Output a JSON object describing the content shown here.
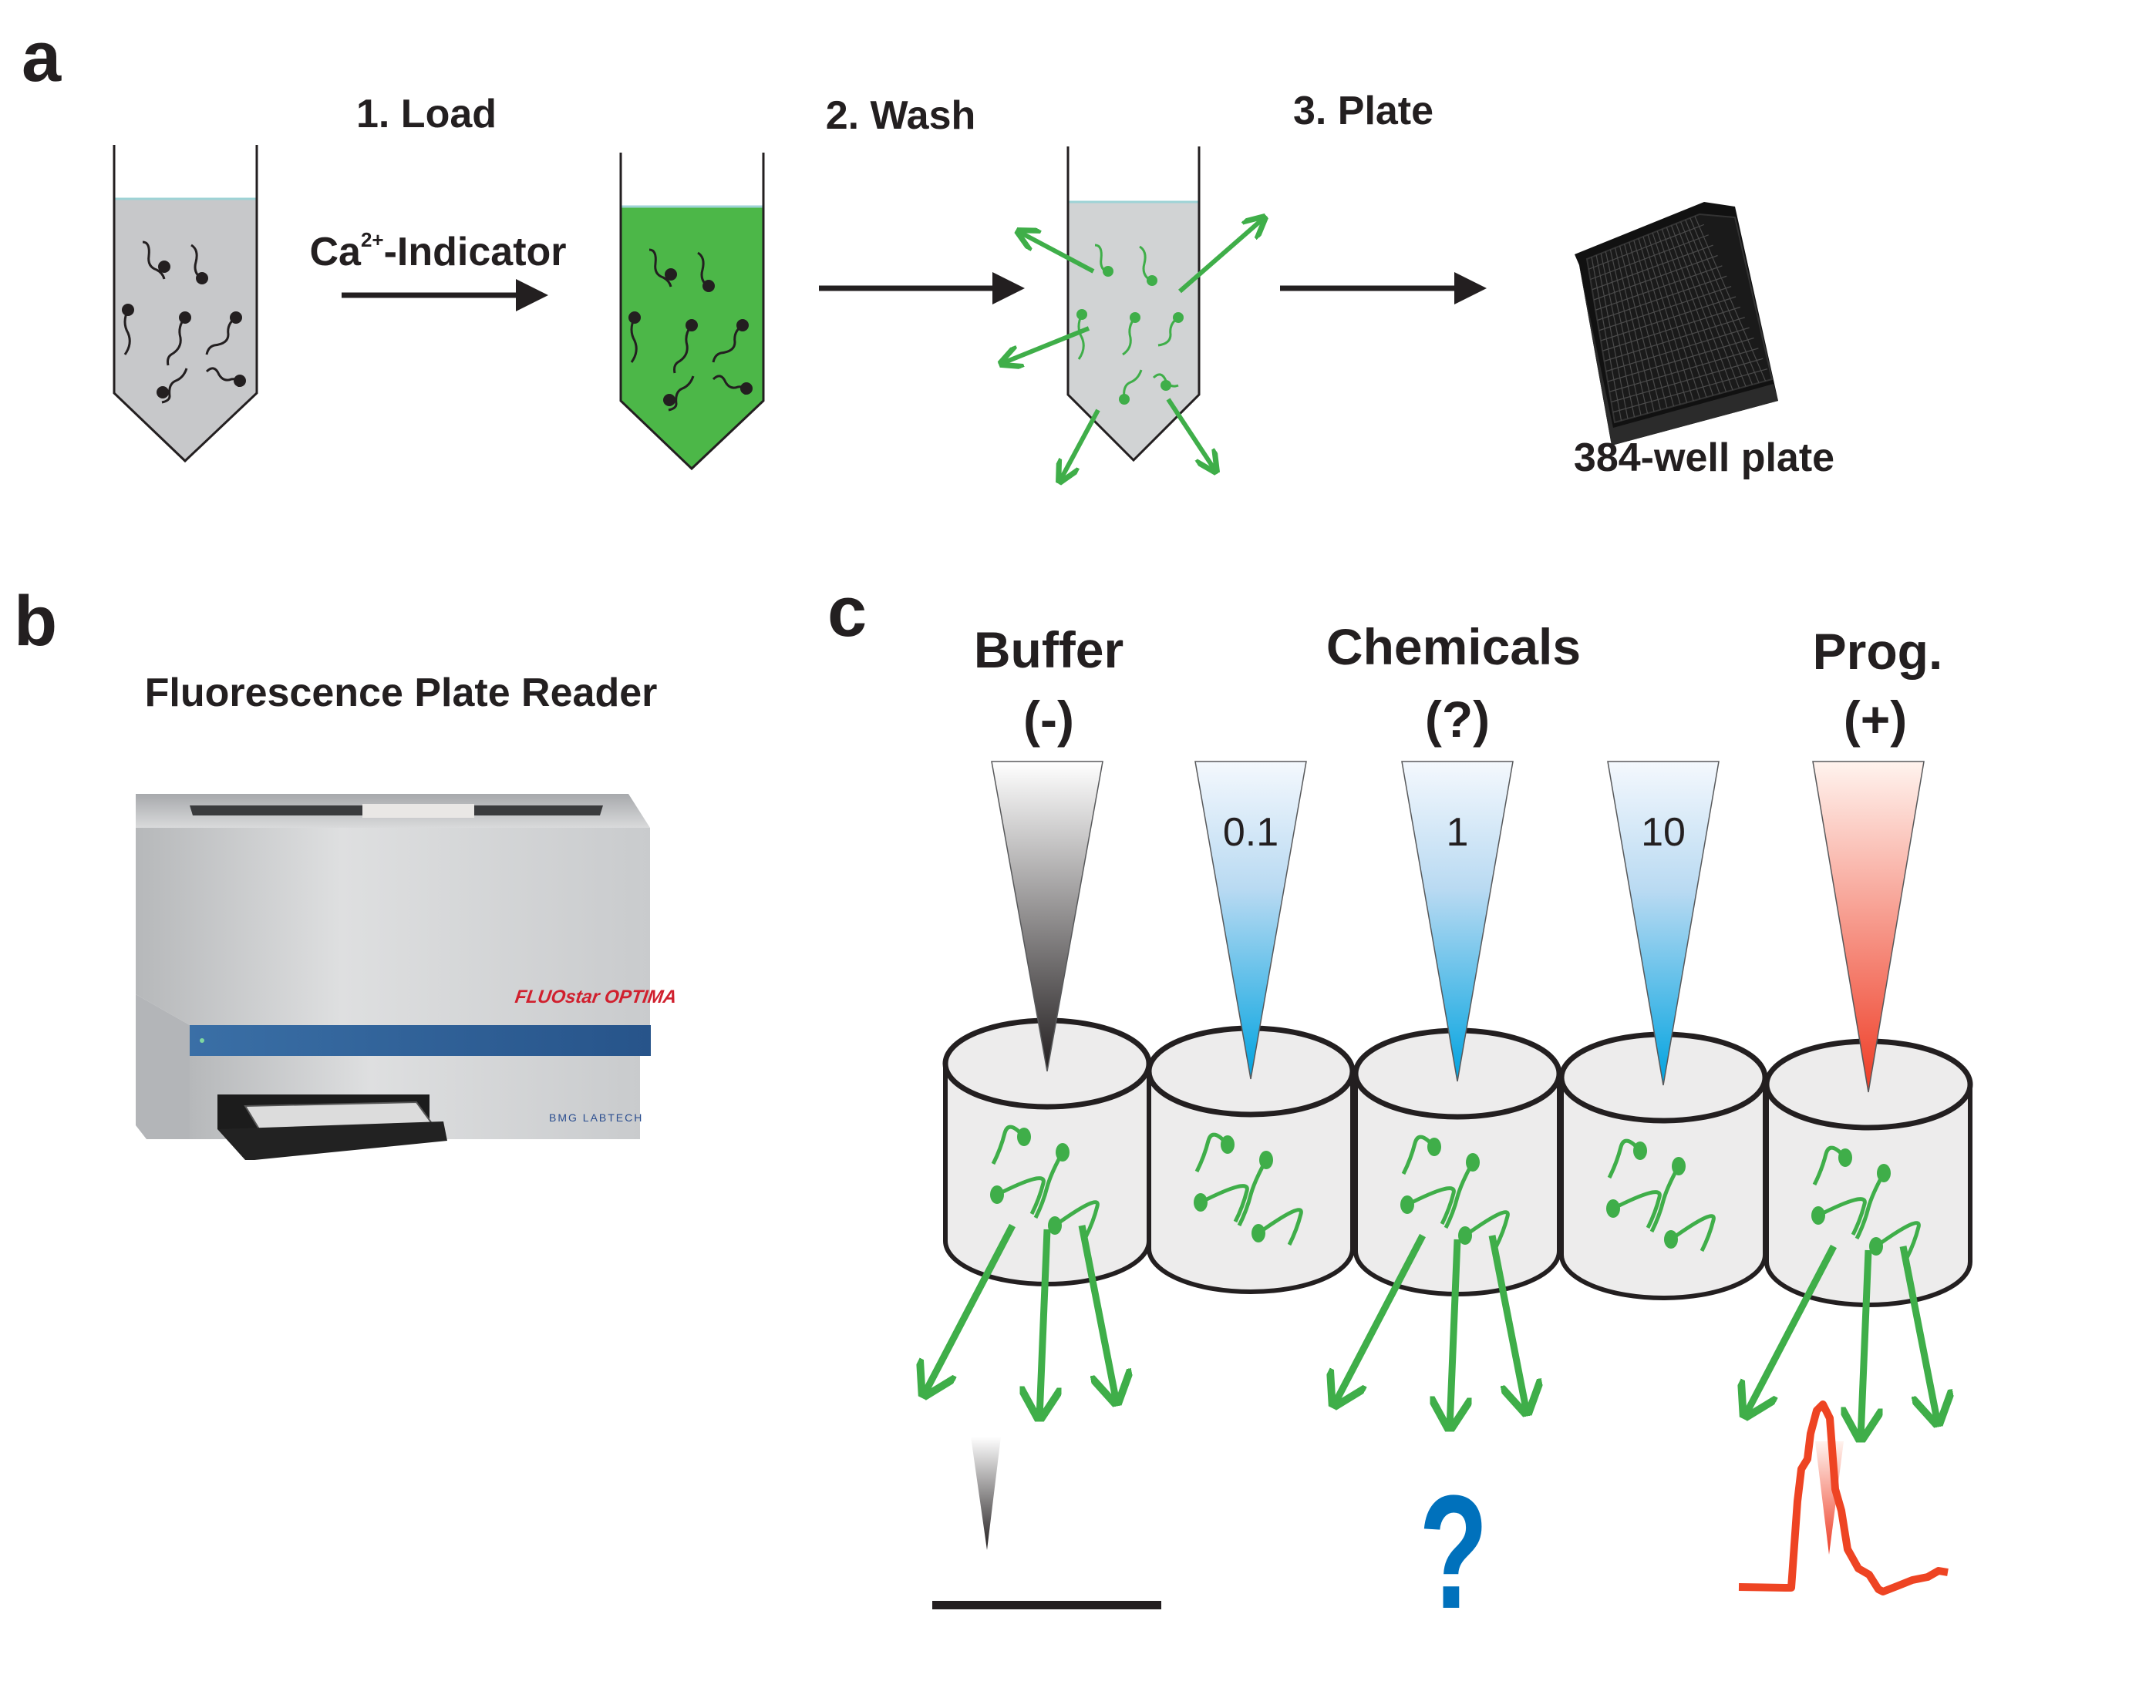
{
  "panels": {
    "a": {
      "label": "a",
      "steps": [
        {
          "label": "1. Load",
          "arrow_caption_main": "Ca",
          "arrow_caption_sup": "2+",
          "arrow_caption_rest": "-Indicator"
        },
        {
          "label": "2. Wash"
        },
        {
          "label": "3. Plate"
        }
      ],
      "plate_caption": "384-well plate",
      "tube_colors": {
        "unloaded": "#c7c8ca",
        "loaded": "#4cb748",
        "washed": "#d1d3d4",
        "meniscus": "#9ed3d6"
      }
    },
    "b": {
      "label": "b",
      "title": "Fluorescence Plate Reader",
      "device_model": "FLUOstar OPTIMA",
      "device_maker": "BMG LABTECH"
    },
    "c": {
      "label": "c",
      "groups": [
        {
          "name": "Buffer",
          "sign": "(-)"
        },
        {
          "name": "Chemicals",
          "sign": "(?)"
        },
        {
          "name": "Prog.",
          "sign": "(+)"
        }
      ],
      "pipettes": [
        {
          "id": "buffer",
          "label": "",
          "color": "#414042"
        },
        {
          "id": "chem-0.1",
          "label": "0.1",
          "color": "#00a3e0"
        },
        {
          "id": "chem-1",
          "label": "1",
          "color": "#00a3e0"
        },
        {
          "id": "chem-10",
          "label": "10",
          "color": "#00a3e0"
        },
        {
          "id": "prog",
          "label": "",
          "color": "#ef4b32"
        }
      ],
      "results": {
        "buffer": "flat line (no response)",
        "chemicals": "?",
        "prog": "calcium transient"
      },
      "colors": {
        "fluorescence_green": "#3fae49",
        "question_blue": "#0071bc",
        "trace_red": "#ee4423",
        "well_fill": "#edecec"
      }
    }
  }
}
